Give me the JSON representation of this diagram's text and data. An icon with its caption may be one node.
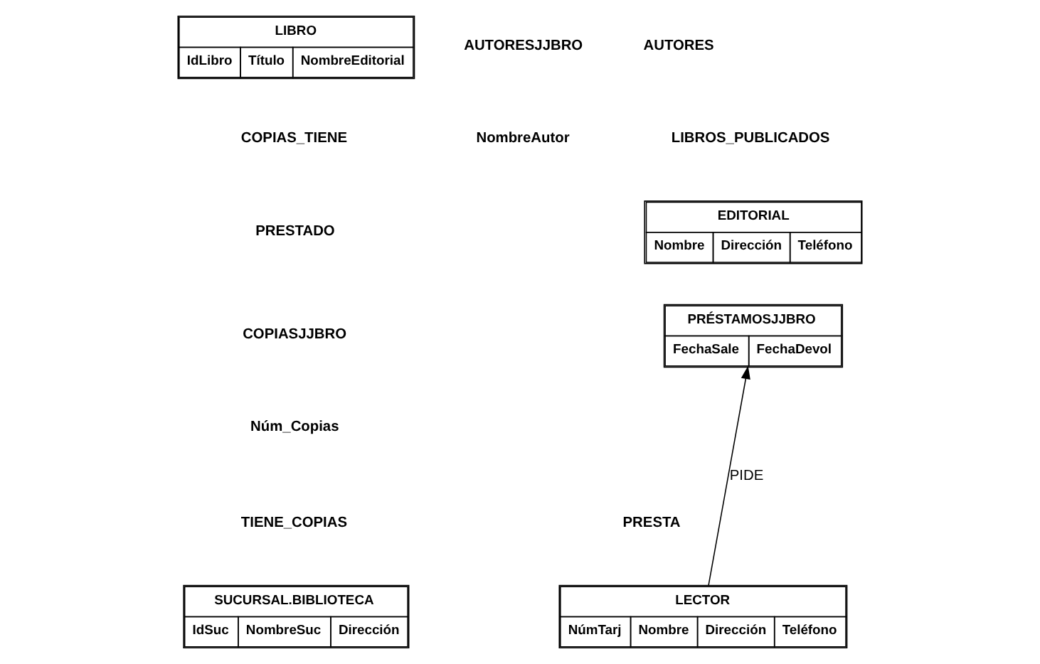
{
  "diagram": {
    "nodes": [
      {
        "text": [
          "LIBRO",
          "IdLibro",
          "Título",
          "NombreEditorial"
        ]
      },
      {
        "text": [
          "EDITORIAL",
          "Nombre",
          "Dirección",
          "Teléfono"
        ]
      },
      {
        "text": [
          "PRÉSTAMOSJJBRO",
          "FechaSale",
          "FechaDevol"
        ]
      },
      {
        "text": [
          "SUCURSAL.BIBLIOTECA",
          "IdSuc",
          "NombreSuc",
          "Dirección"
        ]
      },
      {
        "text": [
          "LECTOR",
          "NúmTarj",
          "Nombre",
          "Dirección",
          "Teléfono"
        ]
      }
    ],
    "edges": [
      {
        "from": 4,
        "to": 2,
        "arrow": "to",
        "label": "PIDE"
      }
    ],
    "labels": [
      "AUTORES",
      "AUTORESJJBRO",
      "NombreAutor",
      "LIBROS_PUBLICADOS",
      "COPIAS_TIENE",
      "PRESTADO",
      "COPIASJJBRO",
      "Núm_Copias",
      "PRESTA",
      "TIENE_COPIAS"
    ]
  }
}
